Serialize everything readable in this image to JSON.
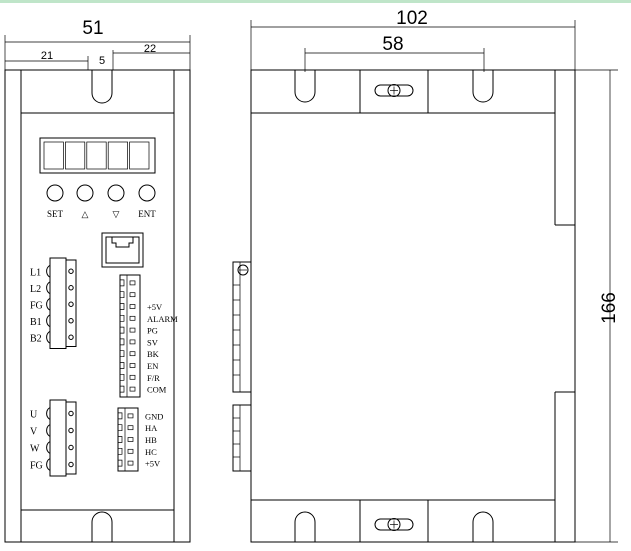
{
  "dimensions": {
    "front_width": "51",
    "front_left_offset": "21",
    "front_slot": "5",
    "front_right_offset": "22",
    "side_width": "102",
    "side_hole_spacing": "58",
    "side_height": "166"
  },
  "display": {
    "digit_count": 5
  },
  "buttons": [
    {
      "id": "set",
      "label": "SET"
    },
    {
      "id": "up",
      "label": "△"
    },
    {
      "id": "down",
      "label": "▽"
    },
    {
      "id": "ent",
      "label": "ENT"
    }
  ],
  "power_terminal": [
    "L1",
    "L2",
    "FG",
    "B1",
    "B2"
  ],
  "motor_terminal": [
    "U",
    "V",
    "W",
    "FG"
  ],
  "control_terminal": [
    "+5V",
    "ALARM",
    "PG",
    "SV",
    "BK",
    "EN",
    "F/R",
    "COM"
  ],
  "hall_terminal": [
    "GND",
    "HA",
    "HB",
    "HC",
    "+5V"
  ]
}
